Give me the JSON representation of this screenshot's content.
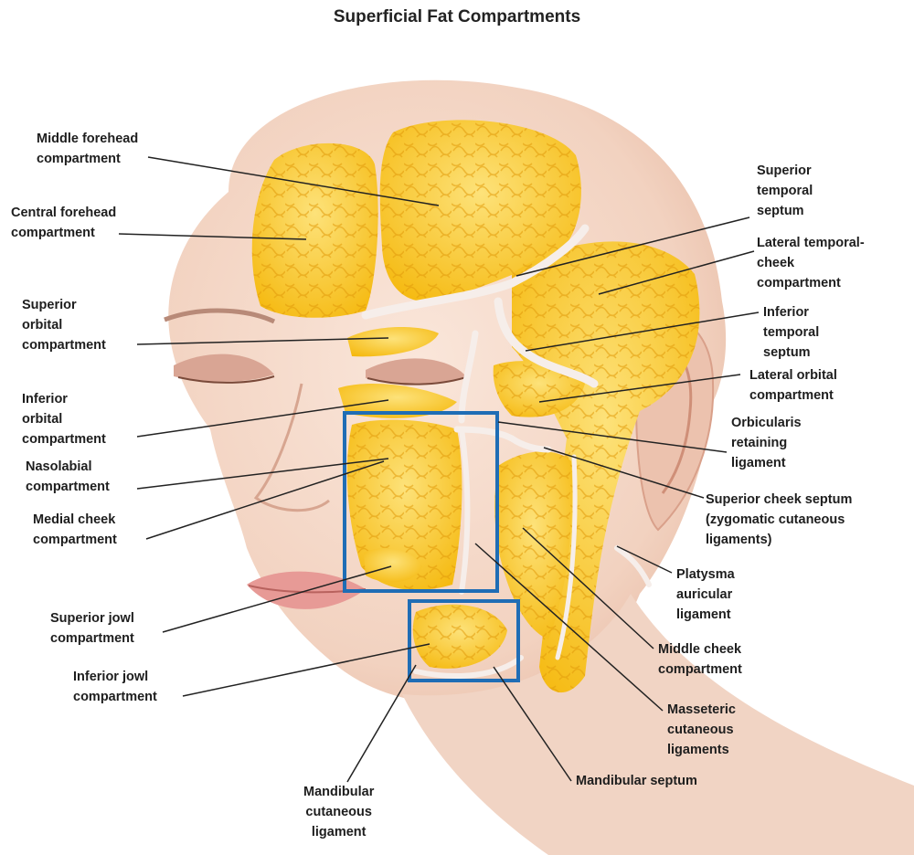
{
  "title": "Superficial Fat Compartments",
  "labels": {
    "middle_forehead": "Middle forehead\ncompartment",
    "central_forehead": "Central forehead\ncompartment",
    "superior_orbital": "Superior\norbital\ncompartment",
    "inferior_orbital": "Inferior\norbital\ncompartment",
    "nasolabial": "Nasolabial\ncompartment",
    "medial_cheek": "Medial cheek\ncompartment",
    "superior_jowl": "Superior jowl\ncompartment",
    "inferior_jowl": "Inferior jowl\ncompartment",
    "mandibular_cutaneous": "Mandibular\ncutaneous\nligament",
    "superior_temporal_septum": "Superior\ntemporal\nseptum",
    "lateral_temporal_cheek": "Lateral temporal-\ncheek\ncompartment",
    "inferior_temporal_septum": "Inferior\ntemporal\nseptum",
    "lateral_orbital": "Lateral orbital\ncompartment",
    "orbicularis_retaining": "Orbicularis\nretaining\nligament",
    "superior_cheek_septum": "Superior cheek septum\n(zygomatic cutaneous\nligaments)",
    "platysma_auricular": "Platysma\nauricular\nligament",
    "middle_cheek": "Middle cheek\ncompartment",
    "masseteric_cutaneous": "Masseteric\ncutaneous\nligaments",
    "mandibular_septum": "Mandibular septum"
  },
  "colors": {
    "fat": "#f7c21e",
    "fat_light": "#fde27a",
    "skin": "#f3d6c6",
    "skin_shadow": "#e3b49f",
    "septum": "#f4ece8",
    "highlight_box": "#1f6db5",
    "leader": "#222222"
  }
}
